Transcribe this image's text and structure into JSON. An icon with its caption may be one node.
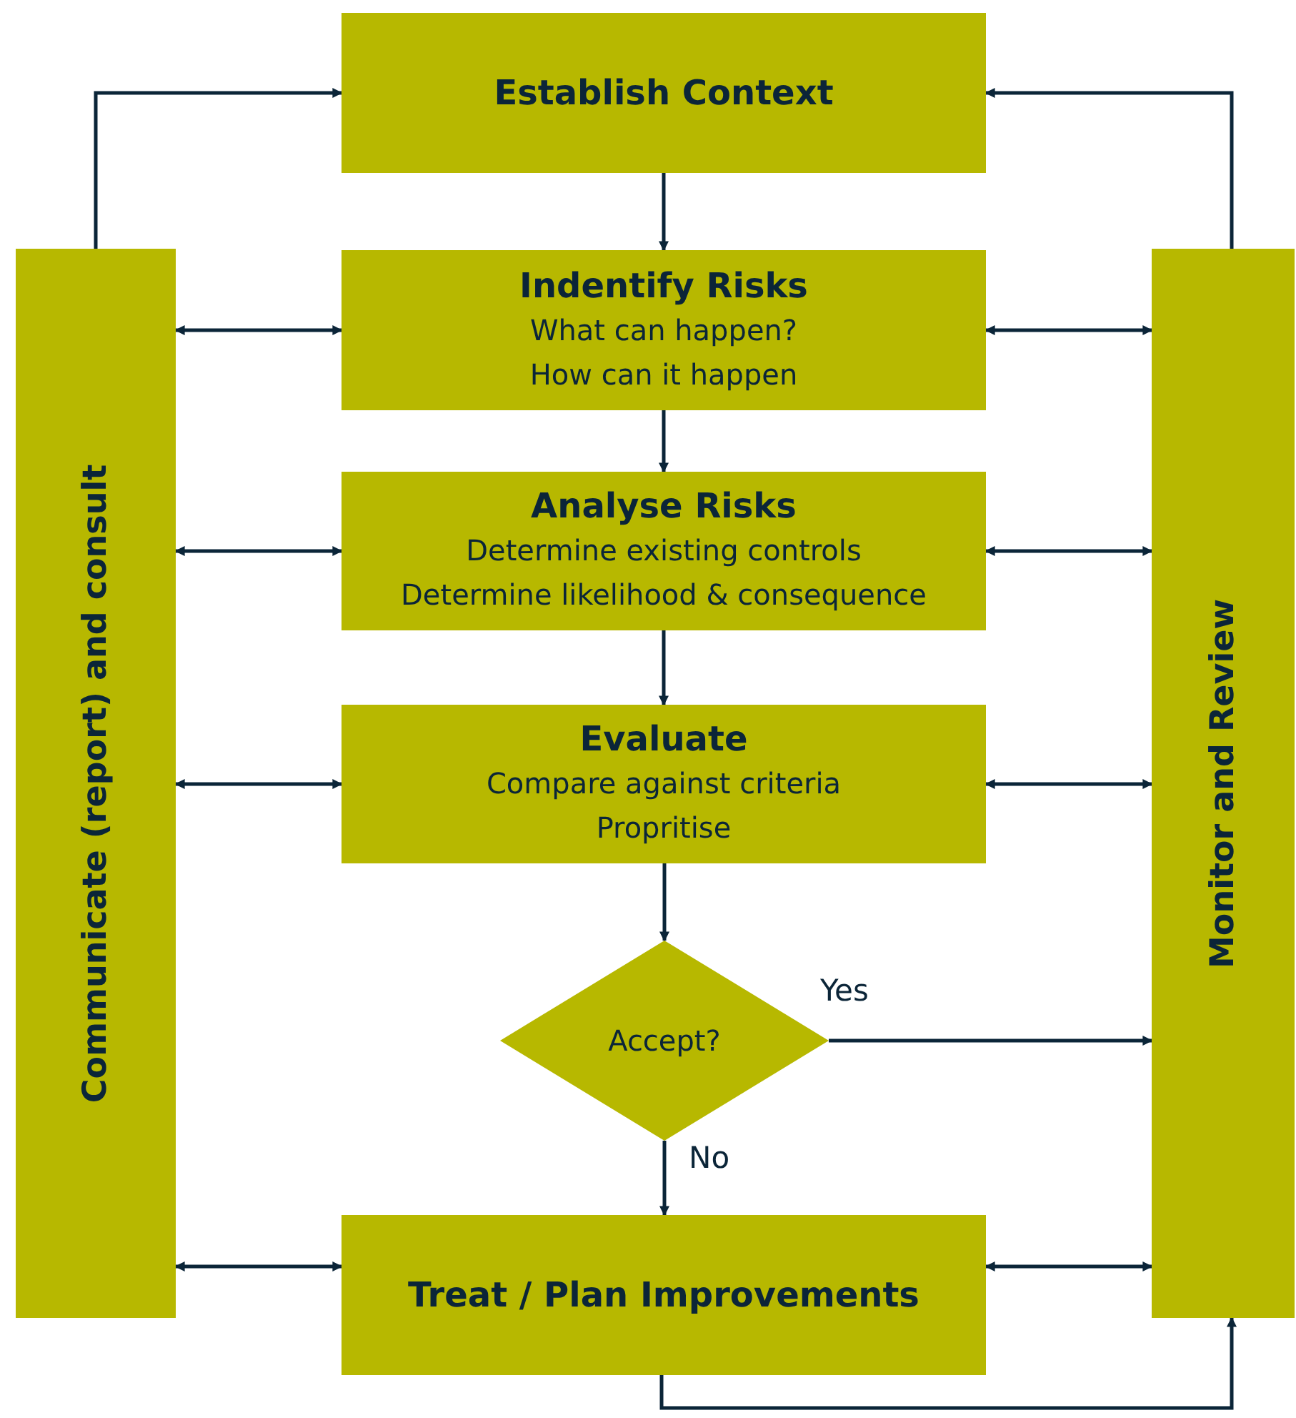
{
  "diagram": {
    "nodes": [
      {
        "text": [
          "Establish Context"
        ]
      },
      {
        "text": [
          "Indentify Risks",
          "What can happen?",
          "How can it happen"
        ]
      },
      {
        "text": [
          "Analyse Risks",
          "Determine existing controls",
          "Determine likelihood & consequence"
        ]
      },
      {
        "text": [
          "Evaluate",
          "Compare against criteria",
          "Propritise"
        ]
      },
      {
        "text": [
          "Accept?"
        ]
      },
      {
        "text": [
          "Treat / Plan Improvements"
        ]
      },
      {
        "text": [
          "Communicate (report) and consult"
        ]
      },
      {
        "text": [
          "Monitor and Review"
        ]
      }
    ],
    "edges": [
      {
        "from": 0,
        "to": 1,
        "arrow": "to"
      },
      {
        "from": 1,
        "to": 2,
        "arrow": "to"
      },
      {
        "from": 2,
        "to": 3,
        "arrow": "to"
      },
      {
        "from": 3,
        "to": 4,
        "arrow": "to"
      },
      {
        "from": 4,
        "to": 5,
        "arrow": "to",
        "label": "No"
      },
      {
        "from": 4,
        "to": 7,
        "arrow": "to",
        "label": "Yes"
      },
      {
        "from": 6,
        "to": 0,
        "arrow": "to"
      },
      {
        "from": 7,
        "to": 0,
        "arrow": "to"
      },
      {
        "from": 6,
        "to": 1,
        "arrow": "both"
      },
      {
        "from": 6,
        "to": 2,
        "arrow": "both"
      },
      {
        "from": 6,
        "to": 3,
        "arrow": "both"
      },
      {
        "from": 6,
        "to": 5,
        "arrow": "both"
      },
      {
        "from": 1,
        "to": 7,
        "arrow": "both"
      },
      {
        "from": 2,
        "to": 7,
        "arrow": "both"
      },
      {
        "from": 3,
        "to": 7,
        "arrow": "both"
      },
      {
        "from": 5,
        "to": 7,
        "arrow": "both"
      },
      {
        "from": 5,
        "to": 7,
        "arrow": "to"
      }
    ]
  }
}
